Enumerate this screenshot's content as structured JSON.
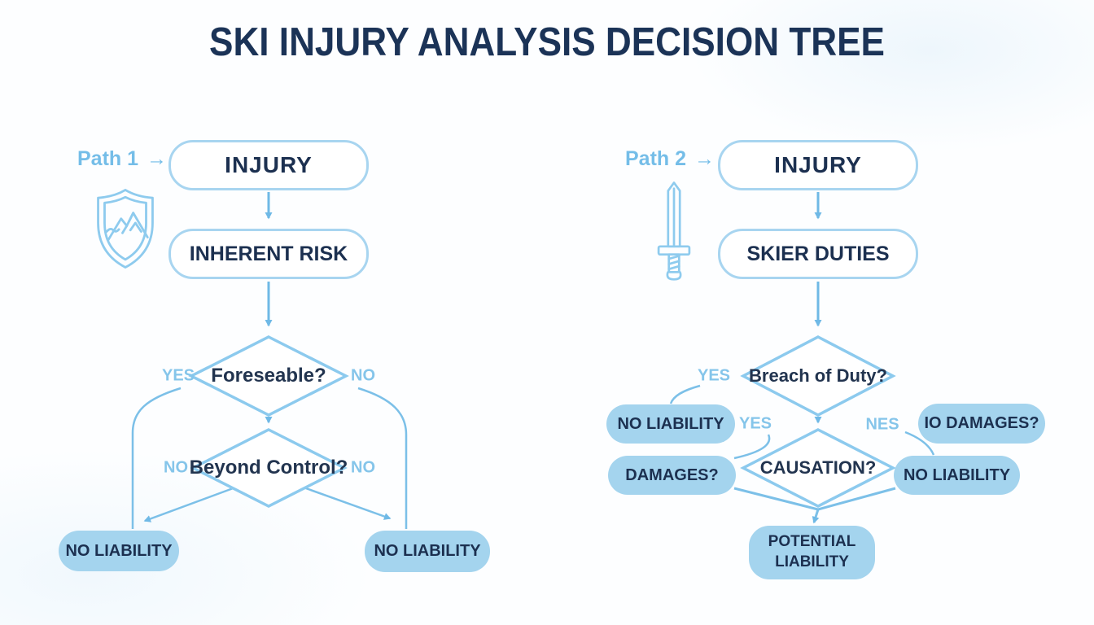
{
  "title": "SKI INJURY ANALYSIS DECISION TREE",
  "colors": {
    "title_navy": "#1b3357",
    "node_text_navy": "#1c3050",
    "outline_blue": "#a8d5f0",
    "fill_blue": "#a4d4ee",
    "arrow_blue": "#6fb9e6",
    "label_blue": "#85c5ea"
  },
  "path1": {
    "label": "Path 1",
    "arrow_glyph": "→",
    "icon": "shield-mountain-icon",
    "injury": "INJURY",
    "inherent_risk": "INHERENT RISK",
    "foreseeable_question": "Foreseable?",
    "foreseeable_yes": "YES",
    "foreseeable_no": "NO",
    "beyond_control_question": "Beyond Control?",
    "beyond_control_left": "NO",
    "beyond_control_right": "NO",
    "outcome_left": "NO LIABILITY",
    "outcome_right": "NO LIABILITY"
  },
  "path2": {
    "label": "Path 2",
    "arrow_glyph": "→",
    "icon": "sword-icon",
    "injury": "INJURY",
    "skier_duties": "SKIER DUTIES",
    "breach_question": "Breach of Duty?",
    "breach_yes": "YES",
    "no_liability_upper_left": "NO LIABILITY",
    "yes_mid": "YES",
    "damages_left": "DAMAGES?",
    "causation_question": "CAUSATION?",
    "nes_label": "NES",
    "damages_upper_right": "IO DAMAGES?",
    "no_liability_right": "NO LIABILITY",
    "potential_line1": "POTENTIAL",
    "potential_line2": "LIABILITY"
  }
}
